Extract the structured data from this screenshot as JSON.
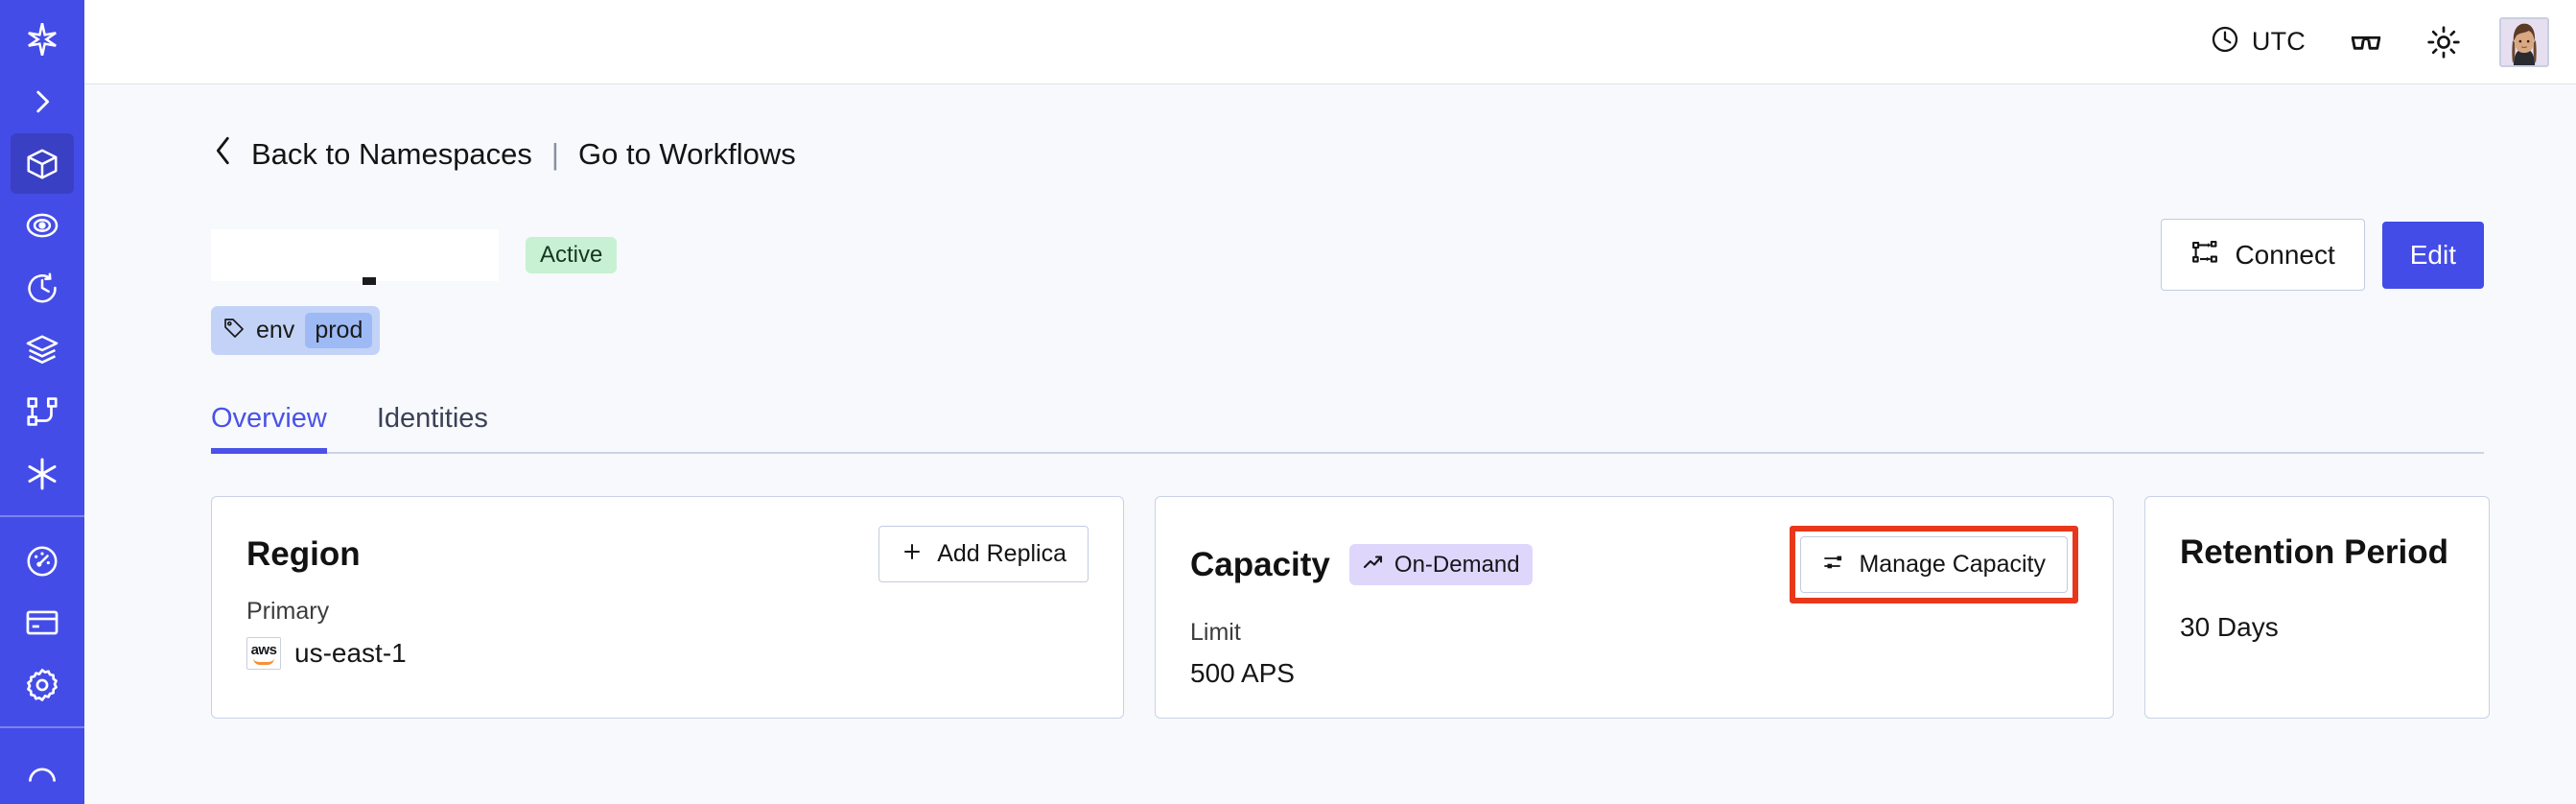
{
  "sidebar": {
    "items": [
      {
        "name": "logo-temporal",
        "icon": "temporal-logo-icon",
        "active": false
      },
      {
        "name": "sidebar-expand",
        "icon": "chevron-right-icon",
        "active": false
      },
      {
        "name": "sidebar-item-namespaces",
        "icon": "cube-icon",
        "active": true
      },
      {
        "name": "sidebar-item-observability",
        "icon": "eye-icon",
        "active": false
      },
      {
        "name": "sidebar-item-schedules",
        "icon": "clock-rewind-icon",
        "active": false
      },
      {
        "name": "sidebar-item-batch",
        "icon": "layers-icon",
        "active": false
      },
      {
        "name": "sidebar-item-workflows",
        "icon": "git-branch-icon",
        "active": false
      },
      {
        "name": "sidebar-item-nexus",
        "icon": "asterisk-icon",
        "active": false
      },
      {
        "name": "sidebar-item-usage",
        "icon": "gauge-icon",
        "active": false
      },
      {
        "name": "sidebar-item-billing",
        "icon": "credit-card-icon",
        "active": false
      },
      {
        "name": "sidebar-item-settings",
        "icon": "gear-icon",
        "active": false
      }
    ]
  },
  "topbar": {
    "timezone_label": "UTC",
    "timezone_icon": "clock-icon",
    "glasses_icon": "glasses-icon",
    "theme_icon": "sun-icon",
    "avatar_icon": "user-avatar"
  },
  "breadcrumb": {
    "back_icon": "chevron-left-icon",
    "back_label": "Back to Namespaces",
    "separator": "|",
    "link_label": "Go to Workflows"
  },
  "namespace": {
    "title": "",
    "title_redacted": true,
    "status_badge": "Active",
    "tags": [
      {
        "icon": "tag-icon",
        "key": "env",
        "value": "prod"
      }
    ],
    "actions": {
      "connect_label": "Connect",
      "connect_icon": "connect-flow-icon",
      "edit_label": "Edit"
    }
  },
  "tabs": [
    {
      "label": "Overview",
      "active": true
    },
    {
      "label": "Identities",
      "active": false
    }
  ],
  "cards": {
    "region": {
      "title": "Region",
      "action_label": "Add Replica",
      "action_icon": "plus-icon",
      "sub_label": "Primary",
      "provider_icon": "aws-logo",
      "value": "us-east-1"
    },
    "capacity": {
      "title": "Capacity",
      "badge_label": "On-Demand",
      "badge_icon": "trending-up-icon",
      "action_label": "Manage Capacity",
      "action_icon": "sliders-icon",
      "action_highlighted": true,
      "sub_label": "Limit",
      "value": "500 APS"
    },
    "retention": {
      "title": "Retention Period",
      "value": "30 Days"
    }
  },
  "colors": {
    "sidebar": "#444ce7",
    "sidebar_active": "#3a40c4",
    "accent": "#444ce7",
    "tab_active": "#4a52e8",
    "status_active_bg": "#c8f0d2",
    "badge_demand_bg": "#ded7fb",
    "tag_bg": "#c3d3f7",
    "tag_value_bg": "#9dbaf5",
    "annotation_red": "#e8381b",
    "page_bg": "#f7f9fc"
  }
}
